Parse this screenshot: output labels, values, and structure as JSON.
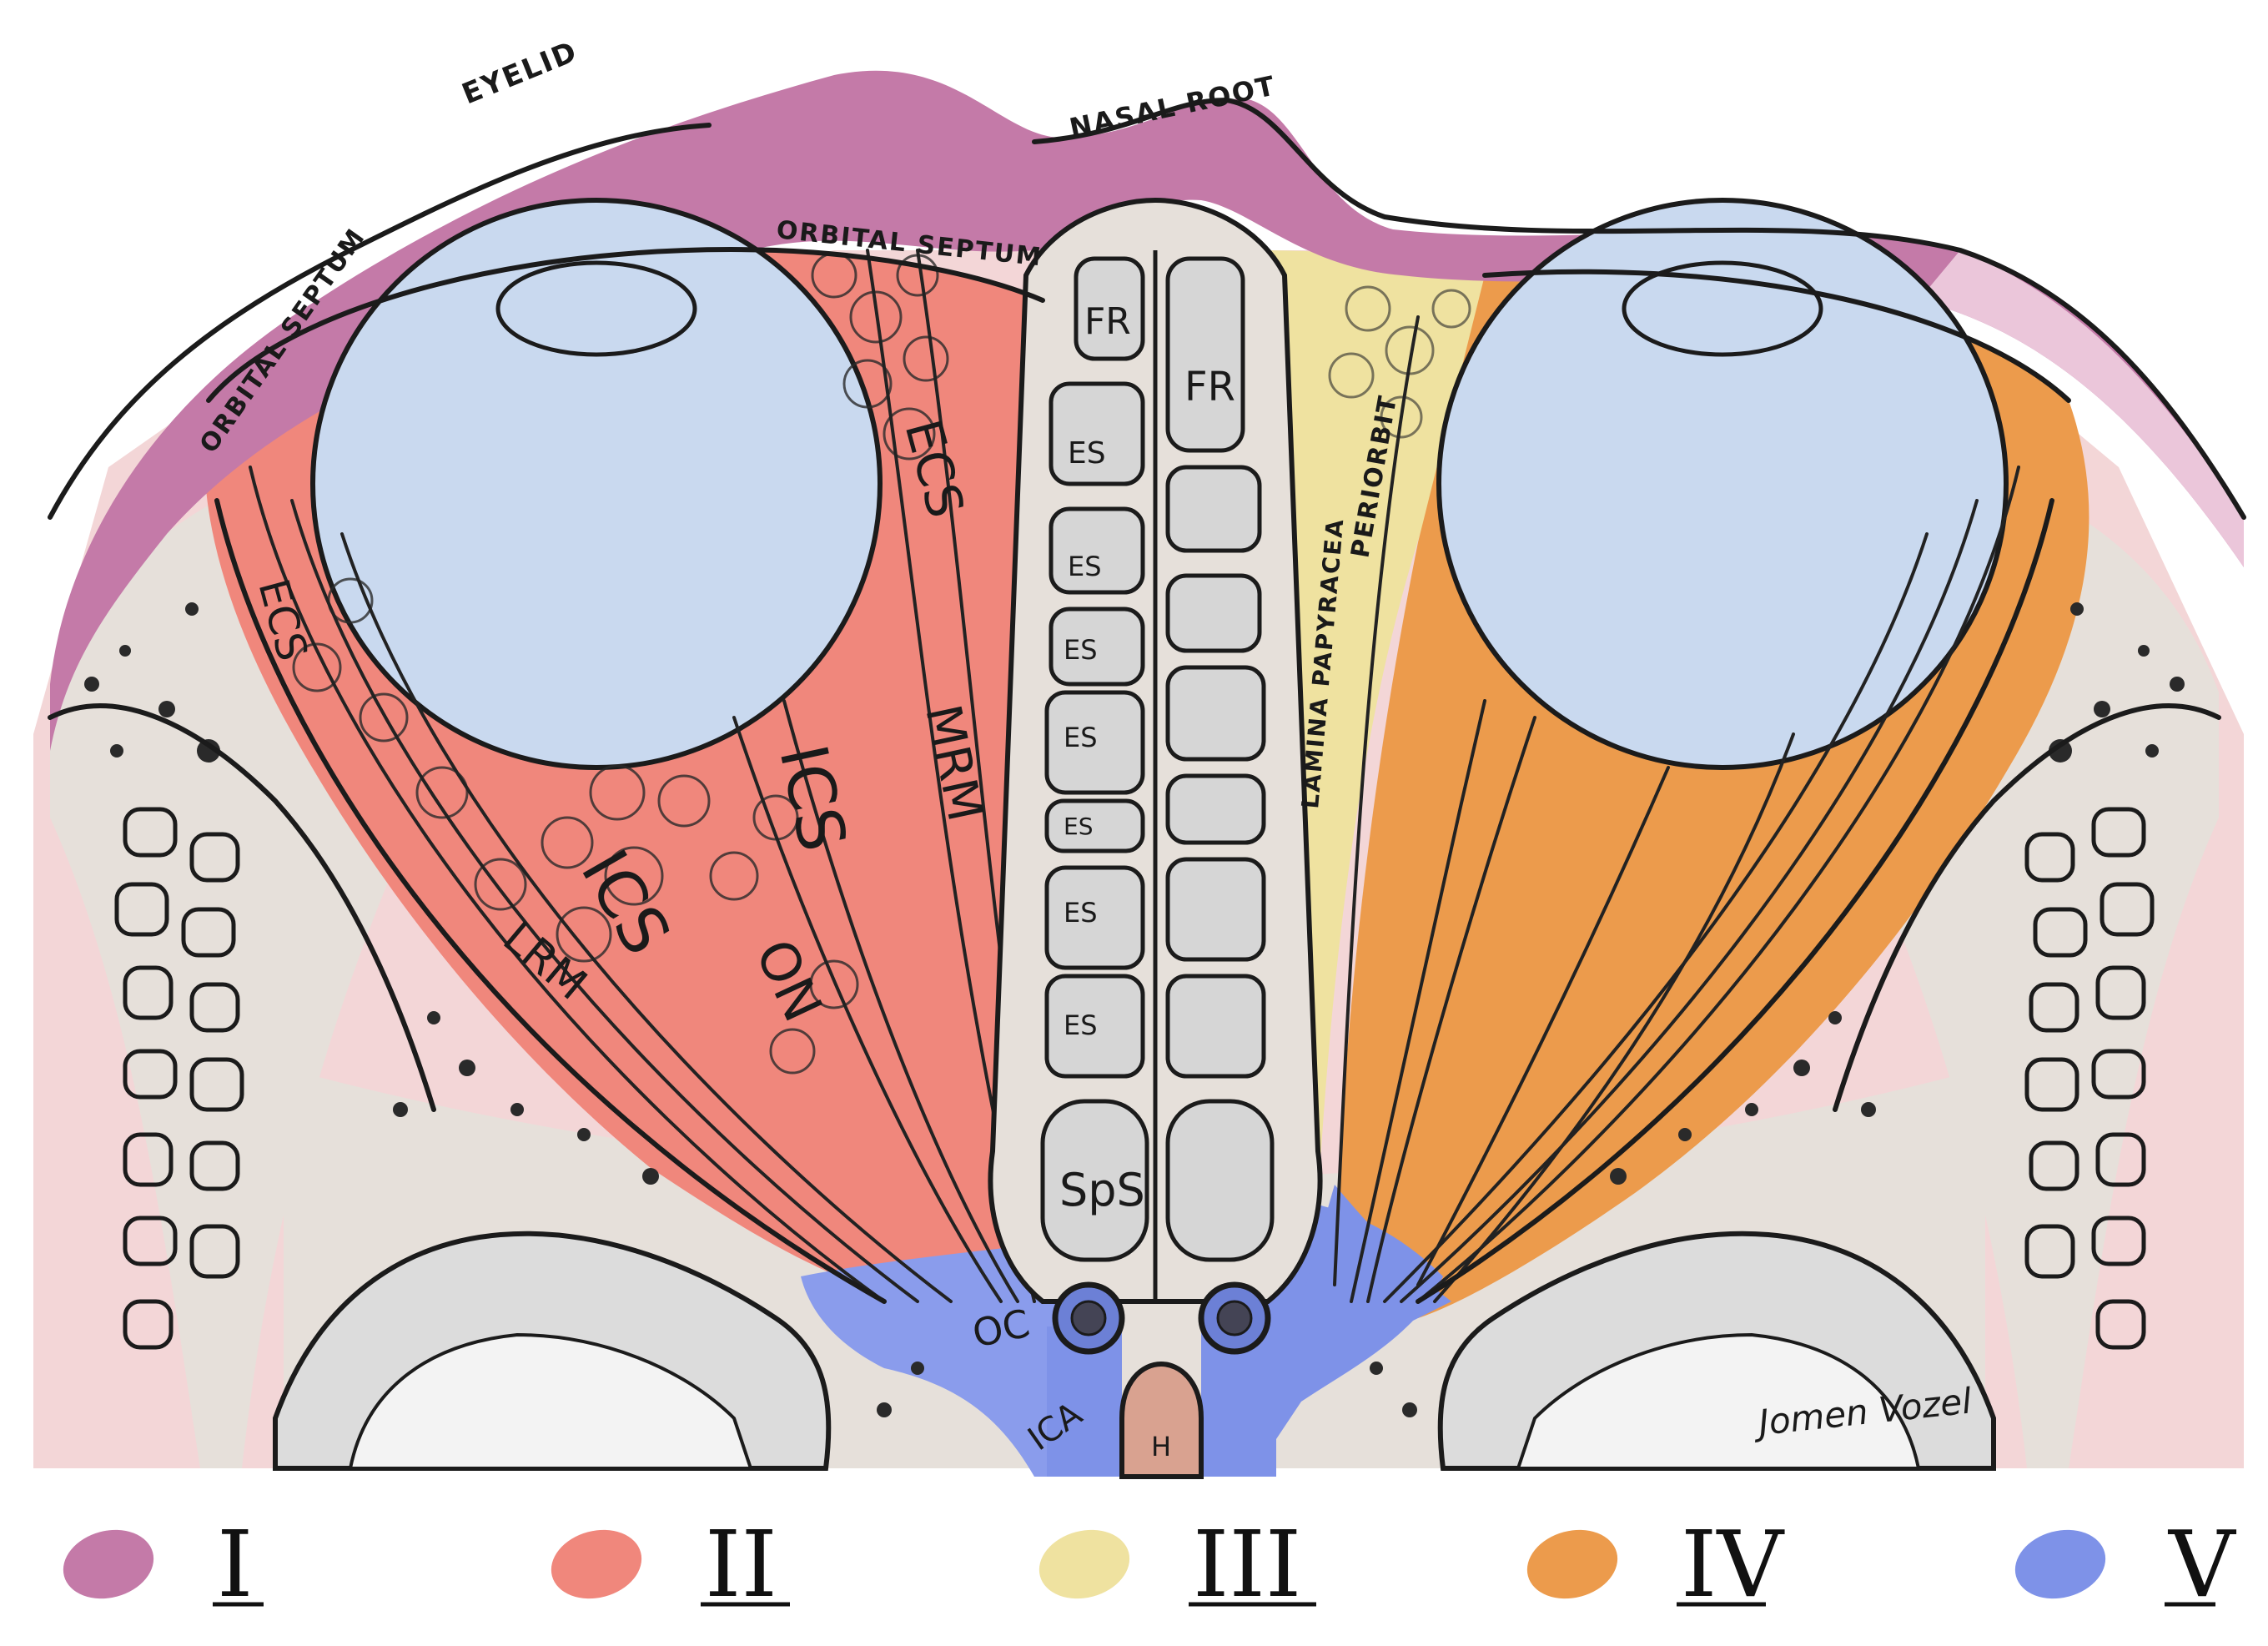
{
  "labels": {
    "eyelid": "EYELID",
    "nasal_root": "NASAL ROOT",
    "orbital_septum_top": "ORBITAL SEPTUM",
    "orbital_septum_left": "ORBITAL SEPTUM",
    "periorbit": "PERIORBIT",
    "lamina_papyracea": "LAMINA PAPYRACEA",
    "ecs_lateral": "ECS",
    "ecs_medial": "ECS",
    "ics_1": "ICS",
    "ics_2": "ICS",
    "mrm": "MRM",
    "lrm": "LRM",
    "on": "ON",
    "fr_1": "FR",
    "fr_2": "FR",
    "es": "ES",
    "sps": "SpS",
    "oc": "OC",
    "ica": "ICA",
    "h": "H",
    "signature": "Jomen Vozel"
  },
  "legend": [
    {
      "numeral": "I",
      "color": "#c47aa8"
    },
    {
      "numeral": "II",
      "color": "#f0877c"
    },
    {
      "numeral": "III",
      "color": "#efe2a0"
    },
    {
      "numeral": "IV",
      "color": "#ec9b4c"
    },
    {
      "numeral": "V",
      "color": "#7e92e8"
    }
  ],
  "colors": {
    "zone_I": "#c47aa8",
    "zone_II": "#f0877c",
    "zone_III": "#efe2a0",
    "zone_IV": "#ec9b4c",
    "zone_V": "#7e92e8",
    "globe": "#c9d9ef",
    "bone": "#e6e0da",
    "skin": "#f2d2d4",
    "brain": "#dcdcdc"
  }
}
